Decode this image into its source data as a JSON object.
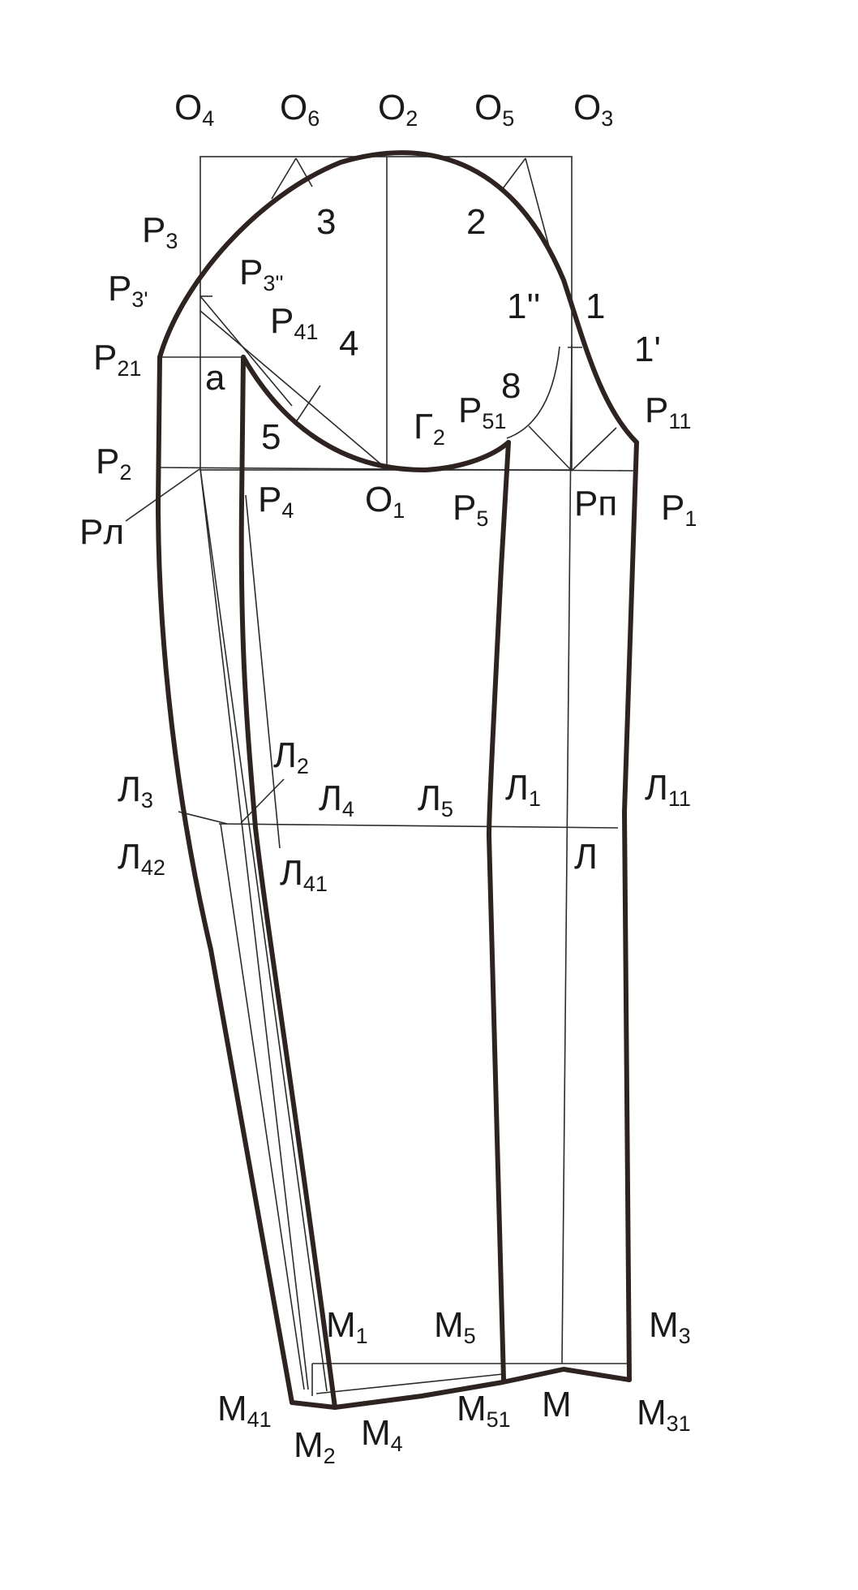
{
  "labels": [
    {
      "id": "o4",
      "base": "O",
      "sub": "4"
    },
    {
      "id": "o6",
      "base": "O",
      "sub": "6"
    },
    {
      "id": "o2",
      "base": "O",
      "sub": "2"
    },
    {
      "id": "o5",
      "base": "O",
      "sub": "5"
    },
    {
      "id": "o3",
      "base": "O",
      "sub": "3"
    },
    {
      "id": "n3",
      "base": "3",
      "sub": ""
    },
    {
      "id": "n2",
      "base": "2",
      "sub": ""
    },
    {
      "id": "p3",
      "base": "Р",
      "sub": "3"
    },
    {
      "id": "p3prime",
      "base": "Р",
      "sub": "3'"
    },
    {
      "id": "p3dprime",
      "base": "Р",
      "sub": "3''"
    },
    {
      "id": "n1dprime",
      "base": "1''",
      "sub": ""
    },
    {
      "id": "n1",
      "base": "1",
      "sub": ""
    },
    {
      "id": "p41",
      "base": "Р",
      "sub": "41"
    },
    {
      "id": "n4",
      "base": "4",
      "sub": ""
    },
    {
      "id": "n1prime",
      "base": "1'",
      "sub": ""
    },
    {
      "id": "p21",
      "base": "Р",
      "sub": "21"
    },
    {
      "id": "a",
      "base": "а",
      "sub": ""
    },
    {
      "id": "n8",
      "base": "8",
      "sub": ""
    },
    {
      "id": "p11",
      "base": "Р",
      "sub": "11"
    },
    {
      "id": "g2",
      "base": "Г",
      "sub": "2"
    },
    {
      "id": "p51",
      "base": "Р",
      "sub": "51"
    },
    {
      "id": "n5",
      "base": "5",
      "sub": ""
    },
    {
      "id": "p2",
      "base": "Р",
      "sub": "2"
    },
    {
      "id": "p4",
      "base": "Р",
      "sub": "4"
    },
    {
      "id": "o1",
      "base": "О",
      "sub": "1"
    },
    {
      "id": "p5",
      "base": "Р",
      "sub": "5"
    },
    {
      "id": "rp",
      "base": "Рп",
      "sub": ""
    },
    {
      "id": "p1",
      "base": "Р",
      "sub": "1"
    },
    {
      "id": "rl",
      "base": "Рл",
      "sub": ""
    },
    {
      "id": "l2",
      "base": "Л",
      "sub": "2"
    },
    {
      "id": "l3",
      "base": "Л",
      "sub": "3"
    },
    {
      "id": "l4",
      "base": "Л",
      "sub": "4"
    },
    {
      "id": "l5",
      "base": "Л",
      "sub": "5"
    },
    {
      "id": "l1",
      "base": "Л",
      "sub": "1"
    },
    {
      "id": "l11",
      "base": "Л",
      "sub": "11"
    },
    {
      "id": "l42",
      "base": "Л",
      "sub": "42"
    },
    {
      "id": "l41",
      "base": "Л",
      "sub": "41"
    },
    {
      "id": "l",
      "base": "Л",
      "sub": ""
    },
    {
      "id": "m1",
      "base": "М",
      "sub": "1"
    },
    {
      "id": "m5",
      "base": "М",
      "sub": "5"
    },
    {
      "id": "m3",
      "base": "М",
      "sub": "3"
    },
    {
      "id": "m41",
      "base": "М",
      "sub": "41"
    },
    {
      "id": "m",
      "base": "М",
      "sub": ""
    },
    {
      "id": "m51",
      "base": "М",
      "sub": "51"
    },
    {
      "id": "m31",
      "base": "М",
      "sub": "31"
    },
    {
      "id": "m2",
      "base": "М",
      "sub": "2"
    },
    {
      "id": "m4",
      "base": "М",
      "sub": "4"
    }
  ]
}
